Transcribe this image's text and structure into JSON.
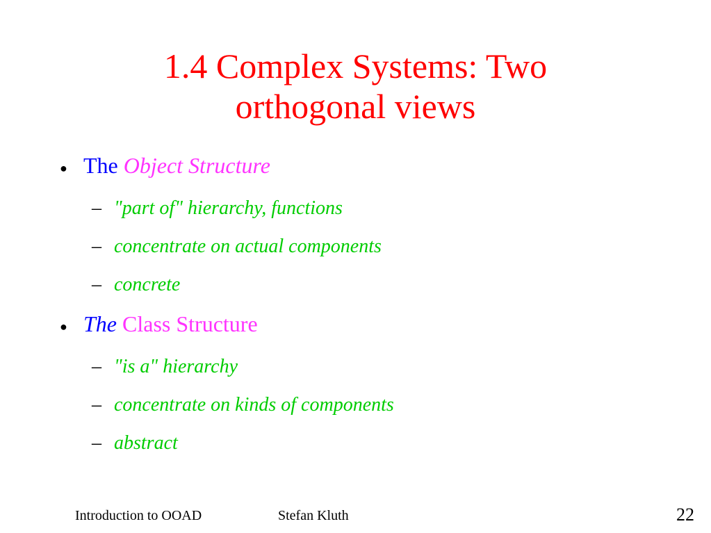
{
  "slide": {
    "title_line1": "1.4 Complex Systems: Two",
    "title_line2": "orthogonal views",
    "colors": {
      "title": "#ff0000",
      "lead": "#0000ff",
      "emphasis": "#ff33ff",
      "subpoints": "#00cc00"
    },
    "bullets": [
      {
        "bullet_icon": "bullet-dot-icon",
        "lead": "The",
        "emphasis": "Object Structure",
        "subpoints": [
          "\"part of\" hierarchy, functions",
          "concentrate on actual components",
          "concrete"
        ]
      },
      {
        "bullet_icon": "bullet-dot-icon",
        "lead": "The",
        "emphasis": "Class Structure",
        "subpoints": [
          "\"is a\" hierarchy",
          "concentrate on kinds of components",
          "abstract"
        ]
      }
    ],
    "bullet_glyph": "●",
    "sub_glyph": "–"
  },
  "footer": {
    "course": "Introduction to OOAD",
    "author": "Stefan Kluth",
    "page_number": "22"
  }
}
